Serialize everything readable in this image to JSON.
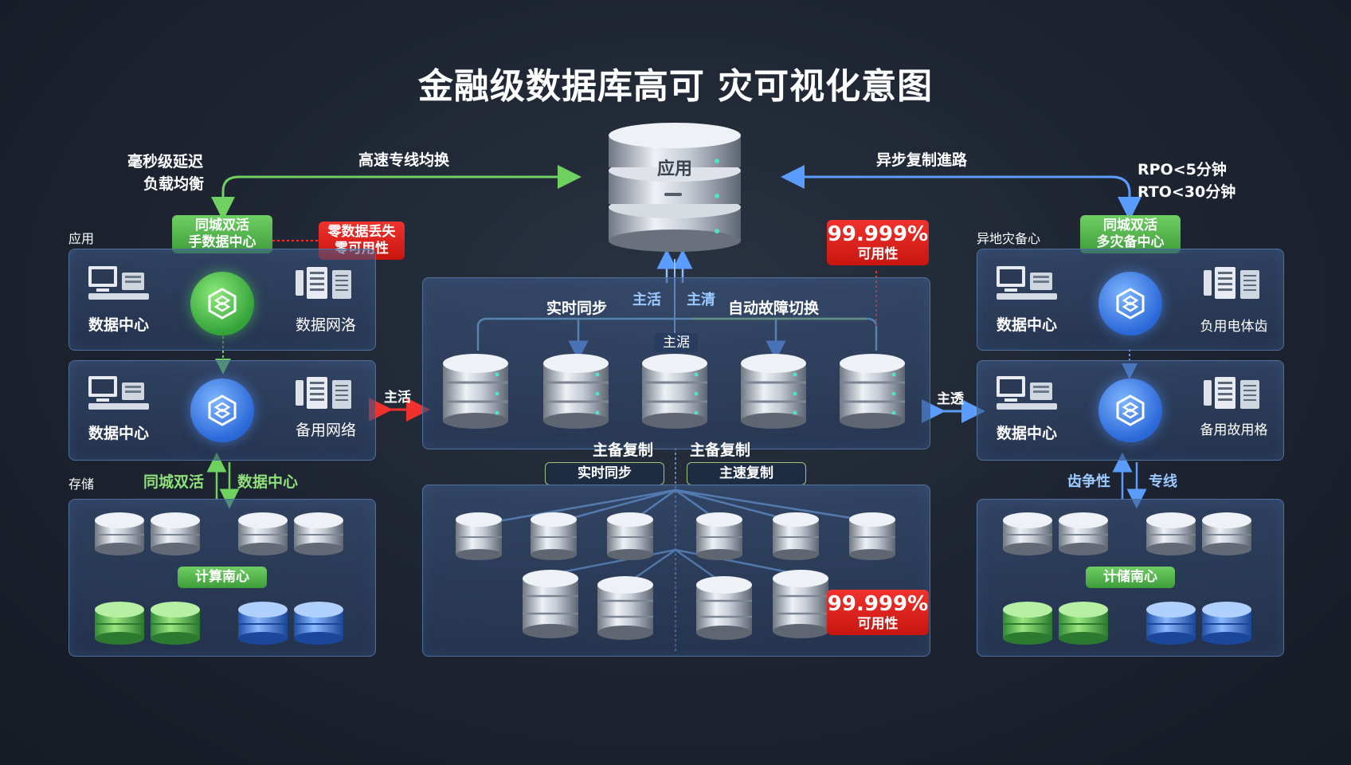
{
  "title": "金融级数据库高可 灾可视化意图",
  "central_db": {
    "label": "应用"
  },
  "top_links": {
    "left_label": "高速专线均换",
    "left_latency": "毫秒级延迟",
    "left_balance": "负载均衡",
    "right_label": "异步复制進路",
    "rpo": "RPO<5分钟",
    "rto": "RTO<30分钟"
  },
  "left": {
    "section_app": "应用",
    "section_storage": "存储",
    "pill_top": [
      "同城双活",
      "手数据中心"
    ],
    "red_badge": [
      "零数据丢失",
      "零可用性"
    ],
    "row1": {
      "left_caption": "数据中心",
      "right_caption": "数据网洛"
    },
    "row2": {
      "left_caption": "数据中心",
      "right_caption": "备用网络"
    },
    "link_label_a": "同城双活",
    "link_label_b": "数据中心",
    "storage_pill": "计算南心",
    "side_link": "主活"
  },
  "center": {
    "upper": {
      "arrow_left_label": "主活",
      "arrow_right_label": "主清",
      "sync_label": "实时同步",
      "failover_label": "自动故障切换",
      "center_tag": "主涺",
      "availability": "99.999%",
      "availability_sub": "可用性"
    },
    "mid_labels": {
      "rep_left": "主备复制",
      "rep_right": "主备复制",
      "sync": "实时同步",
      "fast": "主速复制"
    },
    "lower": {
      "availability": "99.999%",
      "availability_sub": "可用性"
    }
  },
  "right": {
    "section_label": "异地灾备心",
    "pill_top": [
      "同城双活",
      "多灾备中心"
    ],
    "row1": {
      "left_caption": "数据中心",
      "right_caption": "负用电体齿"
    },
    "row2": {
      "left_caption": "数据中心",
      "right_caption": "备用故用格"
    },
    "link_label_a": "齿争性",
    "link_label_b": "专线",
    "storage_pill": "计储南心",
    "side_link": "主透"
  },
  "colors": {
    "green": "#5cc24f",
    "blue": "#4a8fff",
    "red": "#e02a22",
    "panel": "#3b5885"
  }
}
